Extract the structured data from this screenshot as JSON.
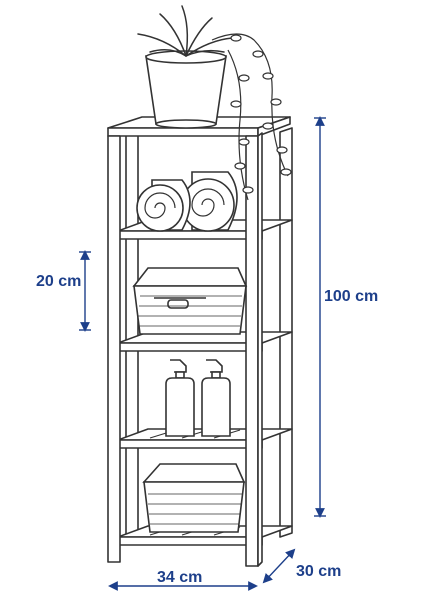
{
  "dimensions": {
    "height": "100 cm",
    "shelf_spacing": "20 cm",
    "width": "34 cm",
    "depth": "30 cm"
  },
  "colors": {
    "dimension": "#1d3f8a",
    "line": "#333333",
    "fill": "#ffffff",
    "background": "#ffffff"
  }
}
